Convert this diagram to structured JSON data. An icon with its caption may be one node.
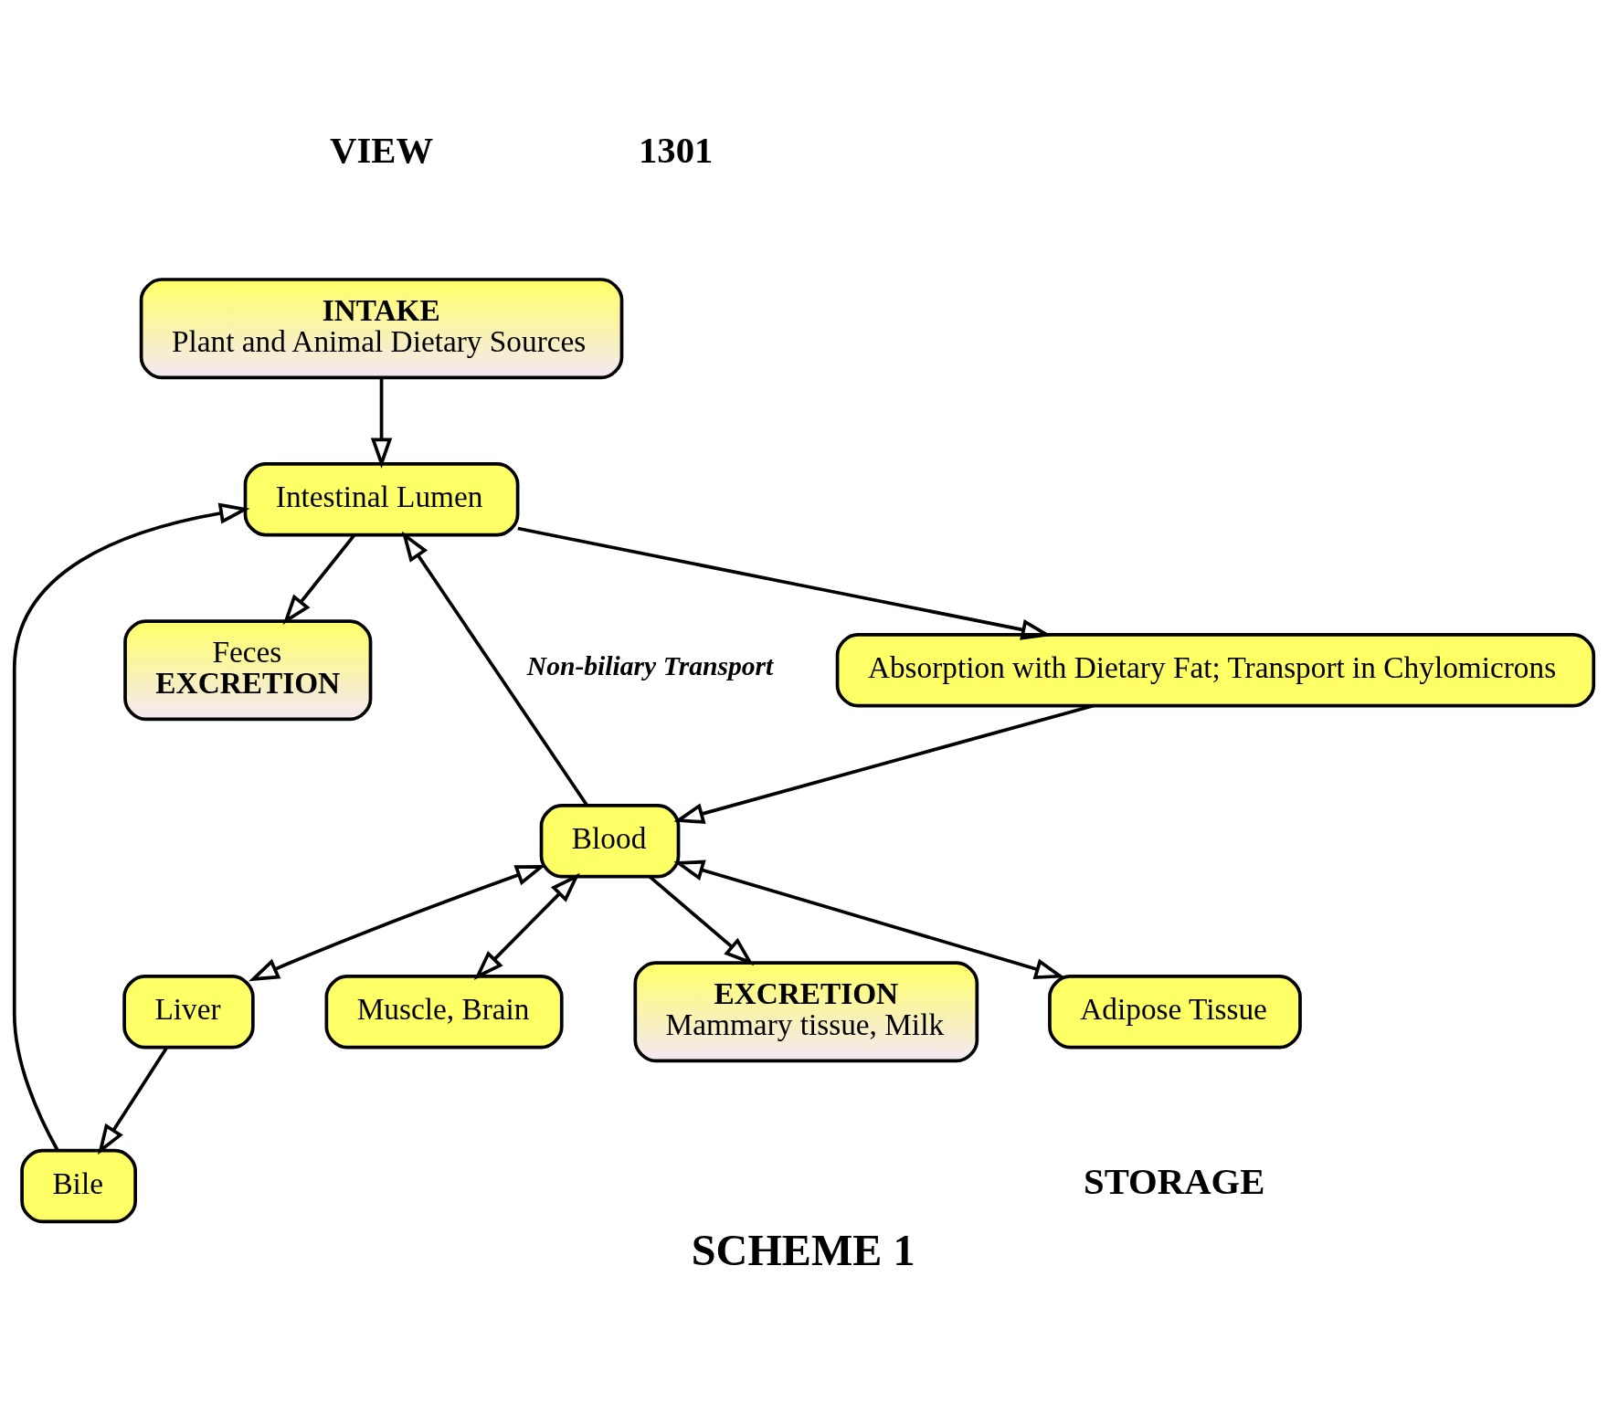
{
  "diagram": {
    "caption": "SCHEME 1",
    "nodes": [
      {
        "text": [
          "INTAKE",
          "Plant and Animal Dietary Sources"
        ]
      },
      {
        "text": [
          "Absorption with Dietary Fat; Transport in Chylomicrons"
        ]
      },
      {
        "text": [
          "Intestinal Lumen"
        ]
      },
      {
        "text": [
          "Blood"
        ]
      },
      {
        "text": [
          "EXCRETION",
          "Mammary tissue, Milk"
        ]
      },
      {
        "text": [
          "Bile"
        ]
      },
      {
        "text": [
          "Liver"
        ]
      },
      {
        "text": [
          "Adipose Tissue"
        ]
      },
      {
        "text": [
          "Muscle, Brain"
        ]
      },
      {
        "text": [
          "Feces",
          "EXCRETION"
        ]
      }
    ],
    "edges": [
      {
        "from": 0,
        "to": 2,
        "arrow": "to"
      },
      {
        "from": 2,
        "to": 1,
        "arrow": "to"
      },
      {
        "from": 1,
        "to": 3,
        "arrow": "to"
      },
      {
        "from": 3,
        "to": 2,
        "arrow": "to",
        "label": "Non-biliary Transport"
      },
      {
        "from": 3,
        "to": 4,
        "arrow": "to"
      },
      {
        "from": 2,
        "to": 9,
        "arrow": "to"
      },
      {
        "from": 5,
        "to": 2,
        "arrow": "to"
      },
      {
        "from": 6,
        "to": 5,
        "arrow": "to"
      },
      {
        "from": 3,
        "to": 6,
        "arrow": "both"
      },
      {
        "from": 3,
        "to": 7,
        "arrow": "both"
      },
      {
        "from": 3,
        "to": 8,
        "arrow": "both"
      }
    ],
    "labels": [
      "VIEW",
      "1301",
      "STORAGE"
    ]
  }
}
